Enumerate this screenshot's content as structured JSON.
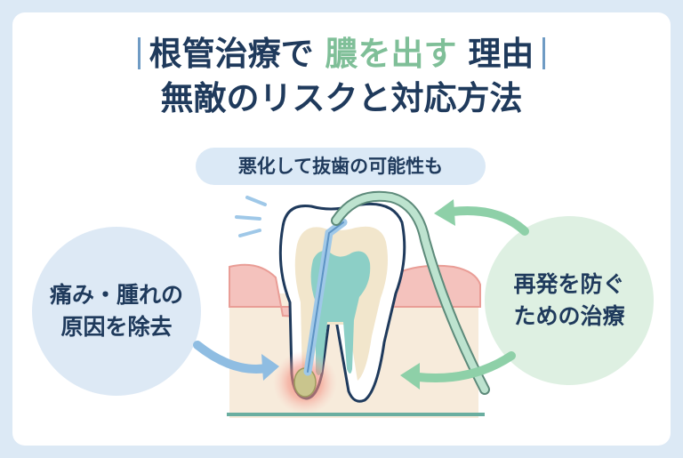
{
  "title": {
    "line1_part1": "根管治療で",
    "line1_accent": "膿を出す",
    "line1_part2": "理由",
    "line2": "無敵のリスクと対応方法"
  },
  "subtitle": "悪化して抜歯の可能性も",
  "left_label": {
    "line1": "痛み・腫れの",
    "line2": "原因を除去"
  },
  "right_label": {
    "line1": "再発を防ぐ",
    "line2": "ための治療"
  },
  "colors": {
    "title": "#1f3a5c",
    "accent_green": "#7fbf98",
    "bar_blue": "#6f9bc4",
    "gum_pink": "#f4c2bd",
    "pulp_teal": "#8ccfc6",
    "infection_red": "#f06e60"
  },
  "icons": [
    "tooth-illustration",
    "root-canal-file",
    "abscess-spot",
    "left-arrow",
    "upper-right-arrow",
    "lower-right-arrow"
  ]
}
